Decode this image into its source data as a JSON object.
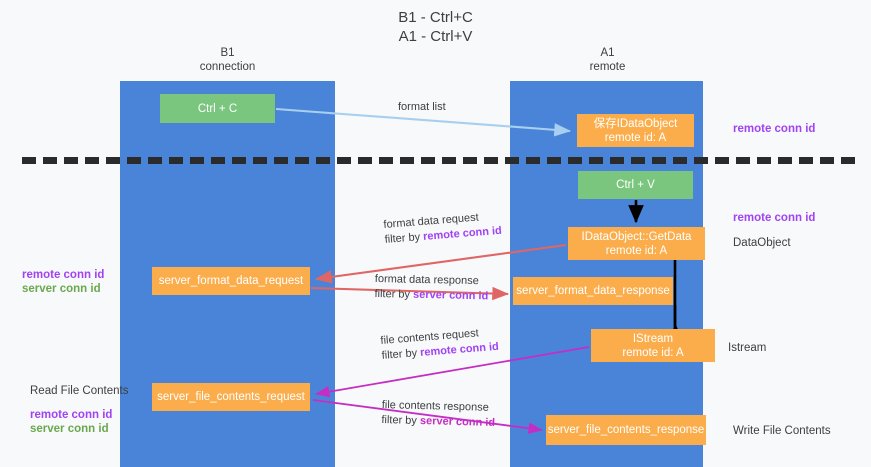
{
  "title": {
    "line1": "B1 - Ctrl+C",
    "line2": "A1 - Ctrl+V"
  },
  "lanes": [
    {
      "id": "b1",
      "name": "B1",
      "role": "connection"
    },
    {
      "id": "a1",
      "name": "A1",
      "role": "remote"
    }
  ],
  "nodes": {
    "ctrl_c": {
      "label": "Ctrl + C",
      "color": "#7bc67e"
    },
    "save_dataobject": {
      "line1": "保存IDataObject",
      "line2": "remote id: A",
      "color": "#fbad4c"
    },
    "ctrl_v": {
      "label": "Ctrl + V",
      "color": "#7bc67e"
    },
    "getdata": {
      "line1": "IDataObject::GetData",
      "line2": "remote id: A",
      "color": "#fbad4c"
    },
    "server_format_data_request": {
      "label": "server_format_data_request",
      "color": "#fbad4c"
    },
    "server_format_data_response": {
      "label": "server_format_data_response",
      "color": "#fbad4c"
    },
    "istream": {
      "line1": "IStream",
      "line2": "remote id: A",
      "color": "#fbad4c"
    },
    "server_file_contents_request": {
      "label": "server_file_contents_request",
      "color": "#fbad4c"
    },
    "server_file_contents_response": {
      "label": "server_file_contents_response",
      "color": "#fbad4c"
    }
  },
  "edge_labels": {
    "format_list": "format list",
    "format_data_request": "format data request",
    "format_data_request_filter_prefix": "filter by ",
    "format_data_request_filter_key": "remote conn id",
    "format_data_response": "format data response",
    "format_data_response_filter_prefix": "filter by ",
    "format_data_response_filter_key": "server conn id",
    "file_contents_request": "file contents request",
    "file_contents_request_filter_prefix": "filter by ",
    "file_contents_request_filter_key": "remote conn id",
    "file_contents_response": "file contents response",
    "file_contents_response_filter_prefix": "filter by ",
    "file_contents_response_filter_key": "server conn id"
  },
  "annotations": {
    "right_remote_conn_id_top": "remote conn id",
    "right_remote_conn_id_mid": "remote conn id",
    "right_dataobject": "DataObject",
    "right_istream": "Istream",
    "right_write_file_contents": "Write File Contents",
    "left_remote_conn_id_1": "remote conn id",
    "left_server_conn_id_1": "server conn id",
    "left_read_file_contents": "Read File Contents",
    "left_remote_conn_id_2": "remote conn id",
    "left_server_conn_id_2": "server conn id"
  },
  "colors": {
    "lane": "#4a84d8",
    "green_node": "#7bc67e",
    "orange_node": "#fbad4c",
    "purple_key": "#a142f4",
    "green_key": "#6aa84f",
    "magenta_key": "#c42ec4",
    "arrow_blue": "#a8cff0",
    "arrow_red": "#e06666",
    "arrow_magenta": "#c42ec4",
    "arrow_black": "#000000",
    "divider": "#2b2b2b",
    "background": "#f8f9fa"
  }
}
